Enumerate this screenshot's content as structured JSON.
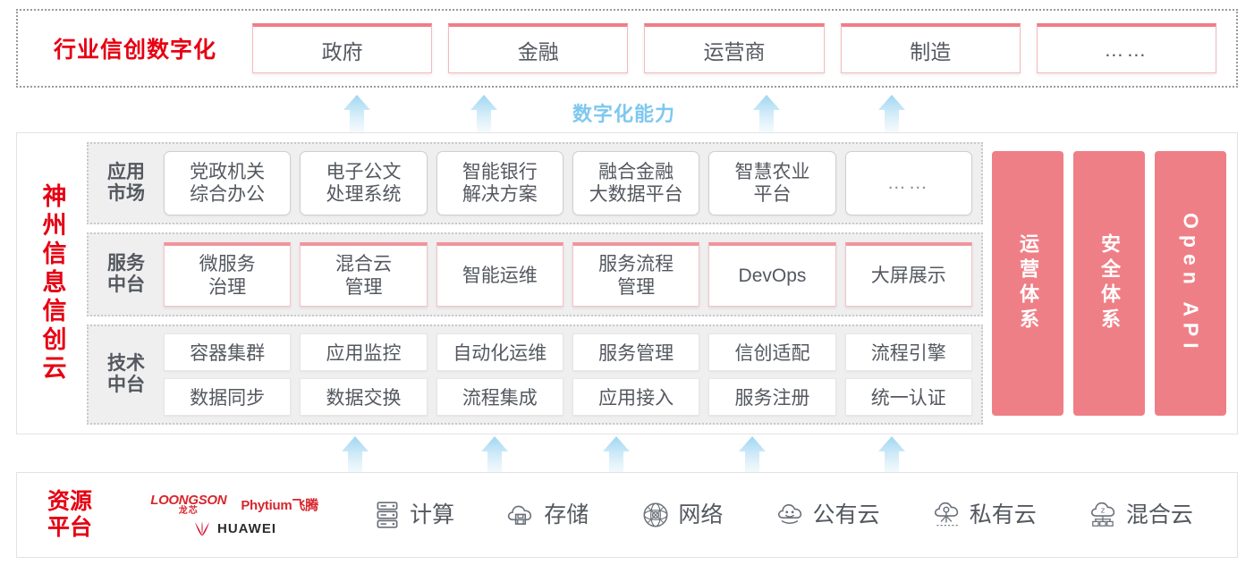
{
  "colors": {
    "brand_red": "#e60012",
    "pink_bar": "#ef7f86",
    "card_pink_border": "#ef7e86",
    "arrow_blue": "#7ec8ef",
    "layer_bg": "#efefef",
    "text": "#54585f"
  },
  "industry_band": {
    "title": "行业信创数字化",
    "cards": [
      {
        "label": "政府"
      },
      {
        "label": "金融"
      },
      {
        "label": "运营商"
      },
      {
        "label": "制造"
      },
      {
        "label": "……"
      }
    ]
  },
  "capability_label": "数字化能力",
  "cloud_panel": {
    "title": "神州信息信创云",
    "layers": [
      {
        "id": "application-market",
        "label": "应用\n市场",
        "label_line1": "应用",
        "label_line2": "市场",
        "cards": [
          {
            "line1": "党政机关",
            "line2": "综合办公"
          },
          {
            "line1": "电子公文",
            "line2": "处理系统"
          },
          {
            "line1": "智能银行",
            "line2": "解决方案"
          },
          {
            "line1": "融合金融",
            "line2": "大数据平台"
          },
          {
            "line1": "智慧农业",
            "line2": "平台"
          },
          {
            "line1": "……",
            "line2": ""
          }
        ]
      },
      {
        "id": "service-middle-platform",
        "label_line1": "服务",
        "label_line2": "中台",
        "cards": [
          {
            "line1": "微服务",
            "line2": "治理"
          },
          {
            "line1": "混合云",
            "line2": "管理"
          },
          {
            "line1": "智能运维",
            "line2": ""
          },
          {
            "line1": "服务流程",
            "line2": "管理"
          },
          {
            "line1": "DevOps",
            "line2": ""
          },
          {
            "line1": "大屏展示",
            "line2": ""
          }
        ]
      },
      {
        "id": "technical-middle-platform",
        "label_line1": "技术",
        "label_line2": "中台",
        "rows": [
          [
            "容器集群",
            "应用监控",
            "自动化运维",
            "服务管理",
            "信创适配",
            "流程引擎"
          ],
          [
            "数据同步",
            "数据交换",
            "流程集成",
            "应用接入",
            "服务注册",
            "统一认证"
          ]
        ]
      }
    ],
    "side_bars": [
      {
        "label": "运营体系",
        "latin": false
      },
      {
        "label": "安全体系",
        "latin": false
      },
      {
        "label": "Open API",
        "latin": true
      }
    ]
  },
  "resource_panel": {
    "title_line1": "资源",
    "title_line2": "平台",
    "vendors": [
      {
        "name": "LOONGSON",
        "cn": "龙芯",
        "icon": "loongson-logo"
      },
      {
        "name": "Phytium飞腾",
        "icon": "phytium-logo"
      },
      {
        "name": "HUAWEI",
        "icon": "huawei-logo"
      }
    ],
    "items": [
      {
        "label": "计算",
        "icon": "server-icon"
      },
      {
        "label": "存储",
        "icon": "cloud-storage-icon"
      },
      {
        "label": "网络",
        "icon": "network-icon"
      },
      {
        "label": "公有云",
        "icon": "public-cloud-icon"
      },
      {
        "label": "私有云",
        "icon": "private-cloud-icon"
      },
      {
        "label": "混合云",
        "icon": "hybrid-cloud-icon"
      }
    ]
  },
  "arrows": {
    "upper_count": 4,
    "lower_count": 5,
    "upper_positions": [
      370,
      512,
      828,
      968
    ],
    "lower_positions": [
      368,
      524,
      660,
      812,
      968
    ]
  }
}
